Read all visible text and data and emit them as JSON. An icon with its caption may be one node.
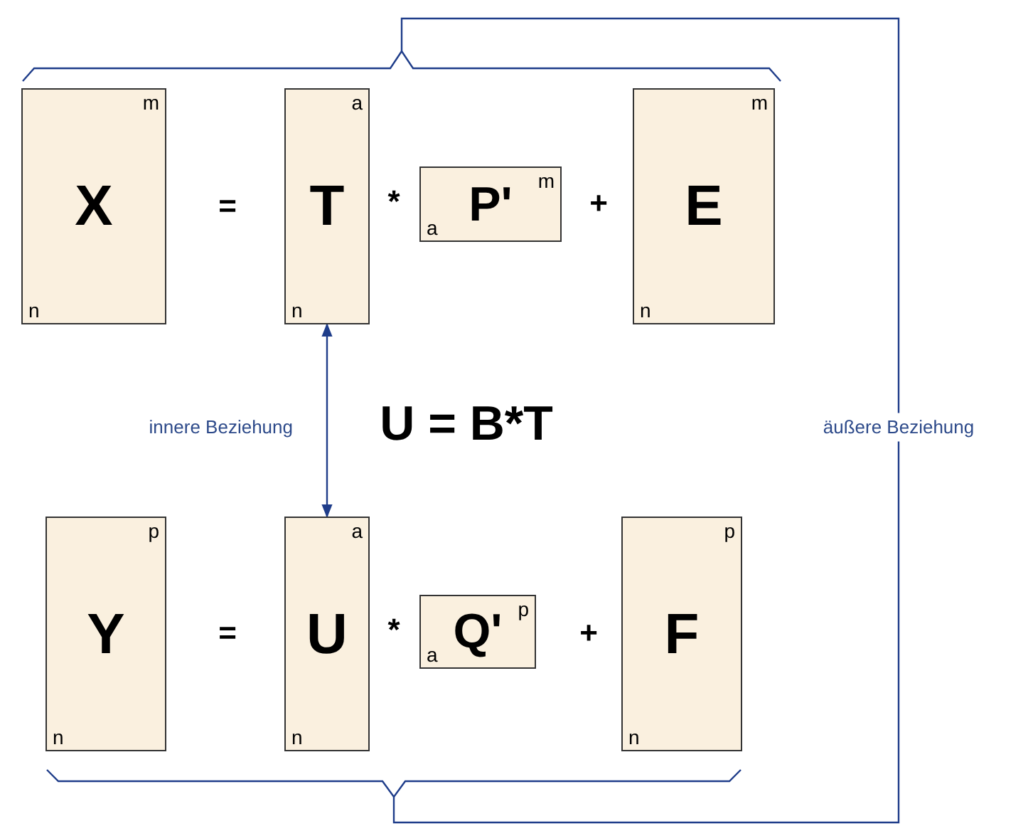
{
  "diagram": {
    "nodes": [
      {
        "text": [],
        "shape": "brace"
      },
      {
        "text": [
          "X",
          "m",
          "n"
        ]
      },
      {
        "text": [
          "T",
          "a",
          "n"
        ]
      },
      {
        "text": [
          "P'",
          "m",
          "a"
        ]
      },
      {
        "text": [
          "E",
          "m",
          "n"
        ]
      },
      {
        "text": [
          "Y",
          "p",
          "n"
        ]
      },
      {
        "text": [
          "U",
          "a",
          "n"
        ]
      },
      {
        "text": [
          "Q'",
          "p",
          "a"
        ]
      },
      {
        "text": [
          "F",
          "p",
          "n"
        ]
      },
      {
        "text": [],
        "shape": "brace"
      }
    ],
    "edges": [
      {
        "from": 2,
        "to": 6,
        "arrow": "both",
        "label": "innere Beziehung"
      },
      {
        "from": 0,
        "to": 9,
        "arrow": "none",
        "label": "äußere Beziehung"
      }
    ],
    "labels": [
      "=",
      "*",
      "+",
      "U = B*T",
      "=",
      "*",
      "+"
    ]
  }
}
